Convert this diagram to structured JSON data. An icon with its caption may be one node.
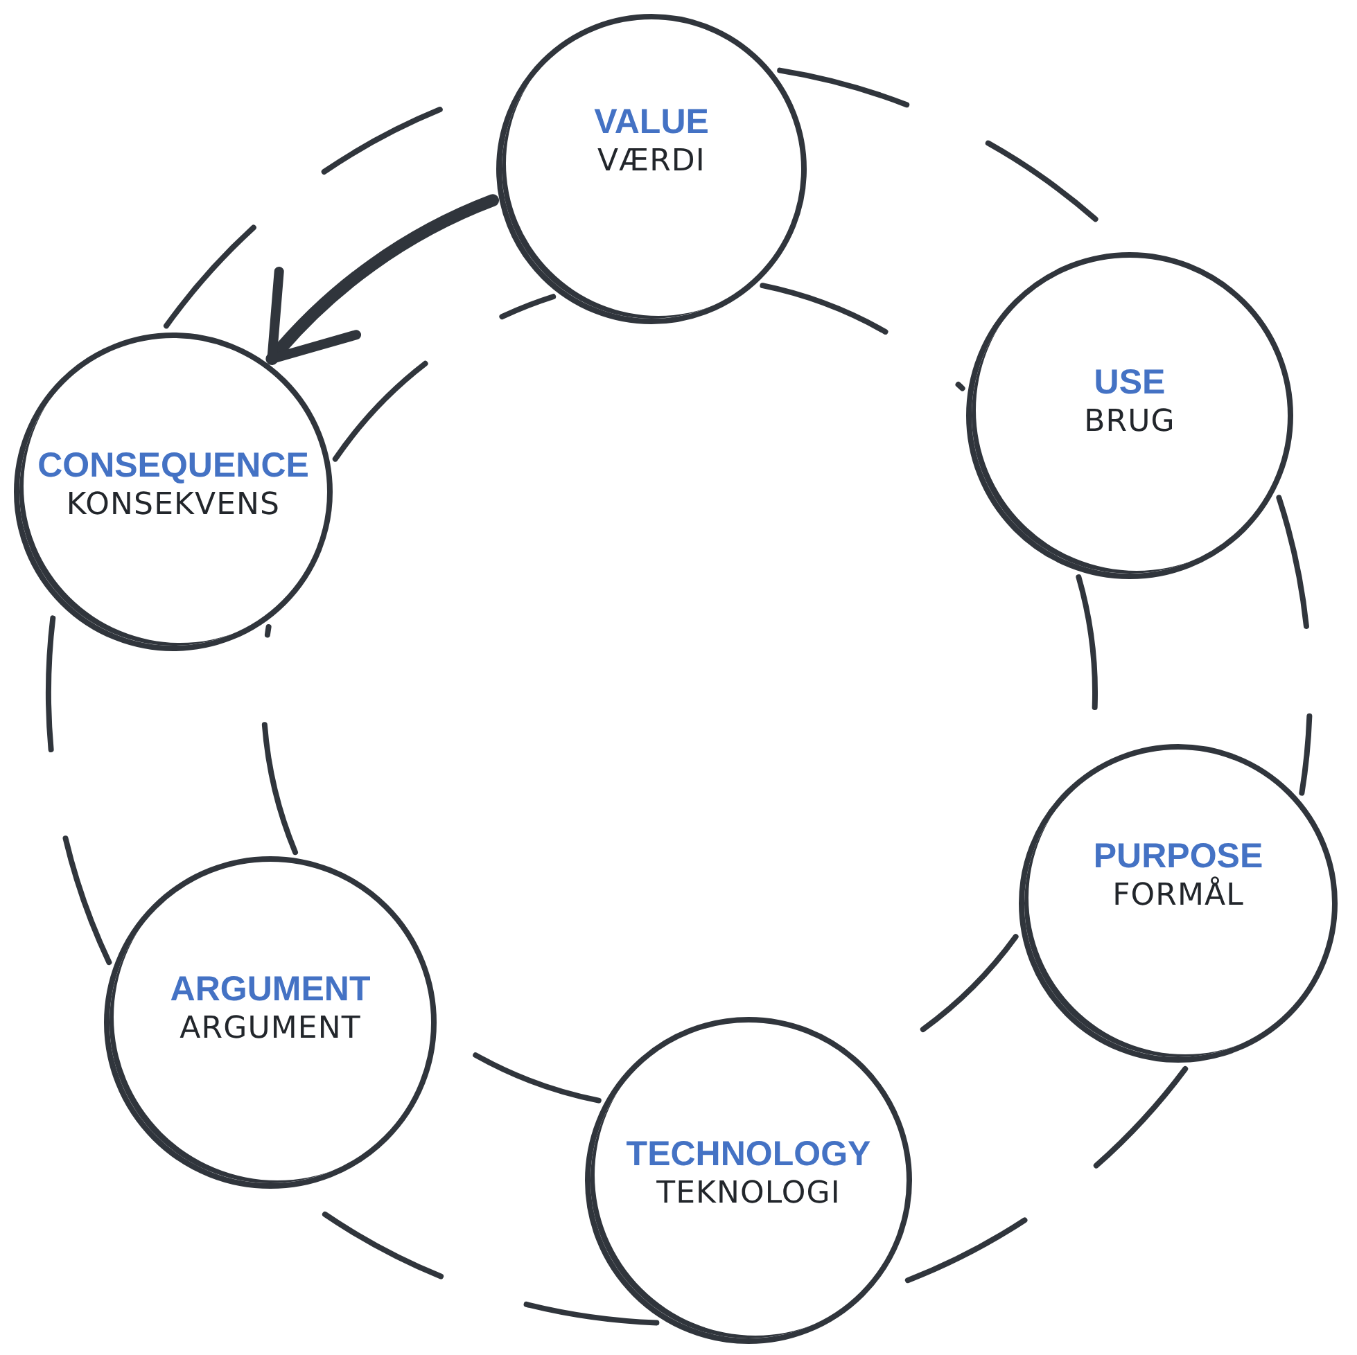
{
  "diagram": {
    "nodes": [
      {
        "text": [
          "VALUE",
          "VÆRDI"
        ]
      },
      {
        "text": [
          "USE",
          "BRUG"
        ]
      },
      {
        "text": [
          "PURPOSE",
          "FORMÅL"
        ]
      },
      {
        "text": [
          "TECHNOLOGY",
          "TEKNOLOGI"
        ]
      },
      {
        "text": [
          "ARGUMENT",
          "ARGUMENT"
        ]
      },
      {
        "text": [
          "CONSEQUENCE",
          "KONSEKVENS"
        ]
      }
    ],
    "edges": [
      {
        "from": 0,
        "to": 1,
        "arrow": "none",
        "style": "dashed"
      },
      {
        "from": 0,
        "to": 1,
        "arrow": "none",
        "style": "dashed"
      },
      {
        "from": 1,
        "to": 2,
        "arrow": "none",
        "style": "dashed"
      },
      {
        "from": 1,
        "to": 2,
        "arrow": "none",
        "style": "dashed"
      },
      {
        "from": 2,
        "to": 3,
        "arrow": "none",
        "style": "dashed"
      },
      {
        "from": 2,
        "to": 3,
        "arrow": "none",
        "style": "dashed"
      },
      {
        "from": 3,
        "to": 4,
        "arrow": "none",
        "style": "dashed"
      },
      {
        "from": 3,
        "to": 4,
        "arrow": "none",
        "style": "dashed"
      },
      {
        "from": 4,
        "to": 5,
        "arrow": "none",
        "style": "dashed"
      },
      {
        "from": 4,
        "to": 5,
        "arrow": "none",
        "style": "dashed"
      },
      {
        "from": 5,
        "to": 0,
        "arrow": "none",
        "style": "dashed"
      },
      {
        "from": 5,
        "to": 0,
        "arrow": "none",
        "style": "dashed"
      },
      {
        "from": 0,
        "to": 5,
        "arrow": "to",
        "style": "thick"
      }
    ]
  }
}
